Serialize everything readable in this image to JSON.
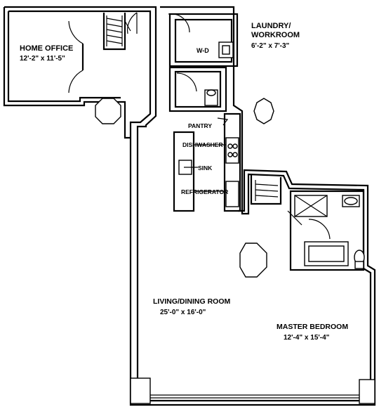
{
  "rooms": {
    "home_office": {
      "name": "HOME OFFICE",
      "dims": "12'-2\" x 11'-5\""
    },
    "laundry": {
      "name_line1": "LAUNDRY/",
      "name_line2": "WORKROOM",
      "dims": "6'-2\" x 7'-3\""
    },
    "living": {
      "name": "LIVING/DINING ROOM",
      "dims": "25'-0\" x 16'-0\""
    },
    "master": {
      "name": "MASTER BEDROOM",
      "dims": "12'-4\" x 15'-4\""
    }
  },
  "fixtures": {
    "wd": "W-D",
    "pantry": "PANTRY",
    "dishwasher": "DISHWASHER",
    "sink": "SINK",
    "refrigerator": "REFRIGERATOR"
  }
}
